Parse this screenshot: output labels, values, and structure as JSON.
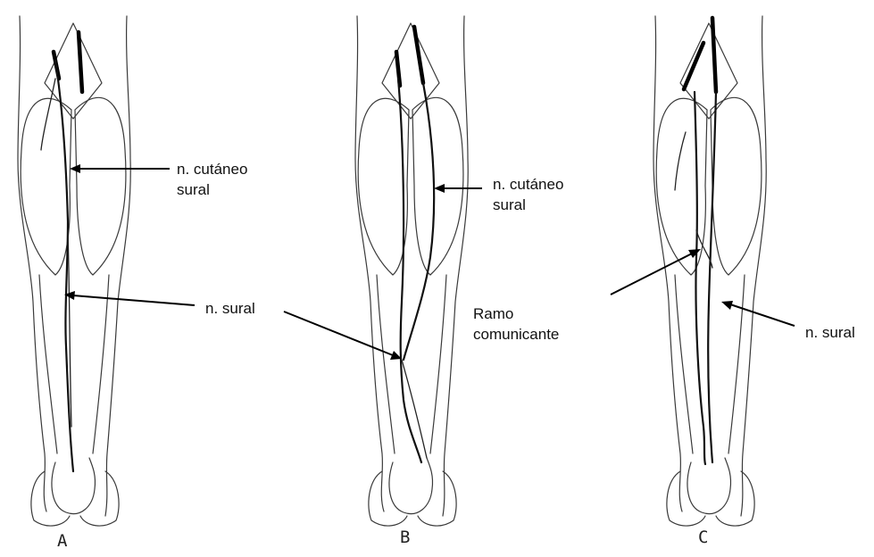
{
  "panels": [
    {
      "id": "A",
      "label": "A"
    },
    {
      "id": "B",
      "label": "B"
    },
    {
      "id": "C",
      "label": "C"
    }
  ],
  "annotations": {
    "a_cutaneo_line1": "n. cutáneo",
    "a_cutaneo_line2": "sural",
    "ab_sural": "n. sural",
    "b_cutaneo_line1": "n. cutáneo",
    "b_cutaneo_line2": "sural",
    "ramo_line1": "Ramo",
    "ramo_line2": "comunicante",
    "c_sural": "n. sural"
  }
}
